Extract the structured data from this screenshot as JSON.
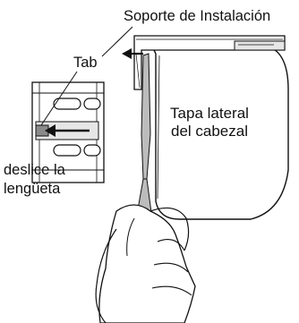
{
  "labels": {
    "mounting_bracket": "Soporte de Instalación",
    "tab": "Tab",
    "head_side_cover_line1": "Tapa lateral",
    "head_side_cover_line2": "del cabezal",
    "slide_tab_line1": "deslice la",
    "slide_tab_line2": "lengüeta"
  },
  "colors": {
    "line": "#111111",
    "tab_gray": "#8a8a8a",
    "strip_gray": "#bcbcbc",
    "light_gray": "#e6e6e6",
    "background": "#ffffff"
  }
}
